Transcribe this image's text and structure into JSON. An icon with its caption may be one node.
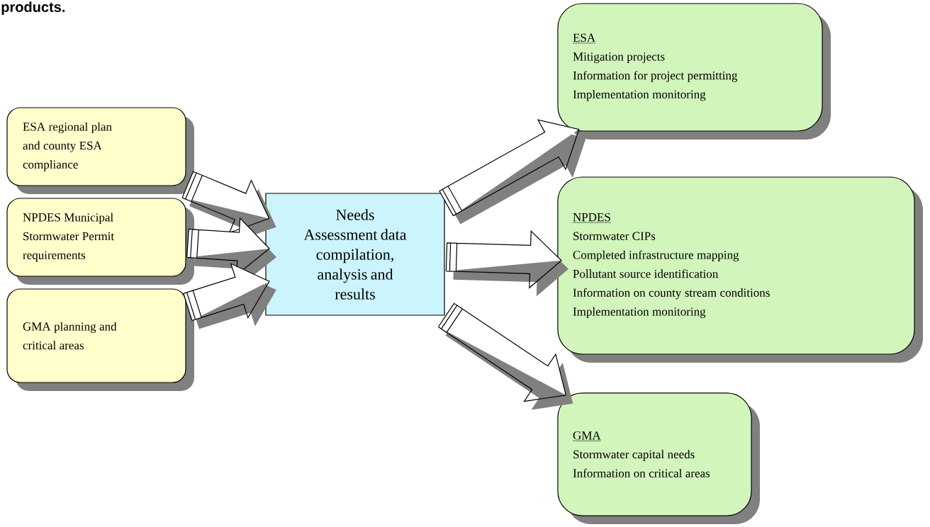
{
  "diagram": {
    "nodes": [
      {
        "text": [
          "ESA regional plan and county ESA compliance"
        ]
      },
      {
        "text": [
          "NPDES Municipal Stormwater Permit requirements"
        ]
      },
      {
        "text": [
          "GMA planning and critical areas"
        ]
      },
      {
        "text": [
          "Needs Assessment data compilation, analysis and results"
        ]
      },
      {
        "text": [
          "ESA",
          "Mitigation projects",
          "Information for project permitting",
          "Implementation monitoring"
        ]
      },
      {
        "text": [
          "NPDES",
          "Stormwater CIPs",
          "Completed infrastructure mapping",
          "Pollutant source identification",
          "Information on county stream conditions",
          "Implementation monitoring"
        ]
      },
      {
        "text": [
          "GMA",
          "Stormwater capital needs",
          "Information on critical areas"
        ]
      }
    ],
    "edges": [
      {
        "from": 0,
        "to": 3,
        "arrow": "to"
      },
      {
        "from": 1,
        "to": 3,
        "arrow": "to"
      },
      {
        "from": 2,
        "to": 3,
        "arrow": "to"
      },
      {
        "from": 3,
        "to": 4,
        "arrow": "to"
      },
      {
        "from": 3,
        "to": 5,
        "arrow": "to"
      },
      {
        "from": 3,
        "to": 6,
        "arrow": "to"
      }
    ],
    "labels": [
      "products."
    ]
  }
}
